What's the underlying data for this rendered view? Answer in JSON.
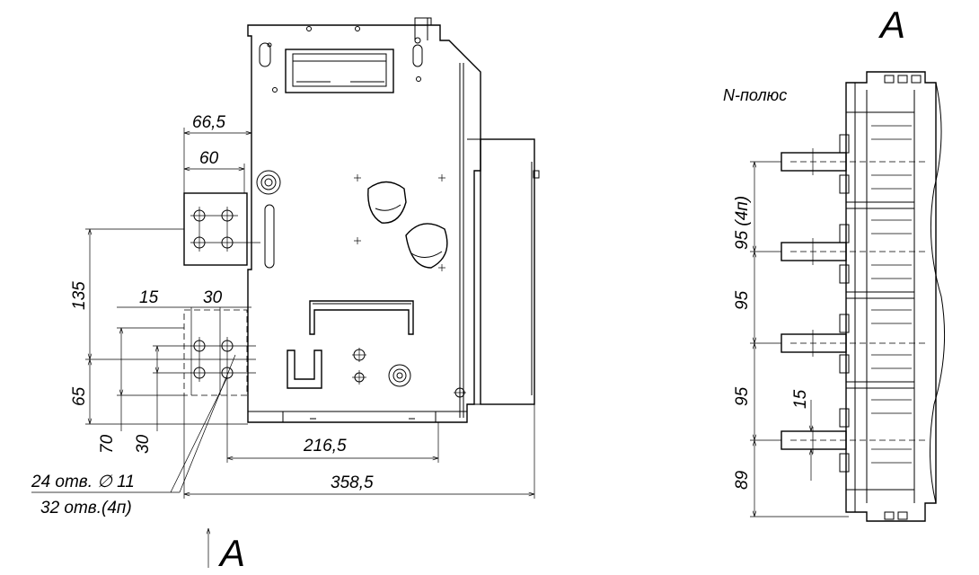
{
  "drawing": {
    "view_label_top": "A",
    "view_label_bottom": "A",
    "pole_label": "N-полюс",
    "holes_note_1": "24 отв. ∅ 11",
    "holes_note_2": "32 отв.(4п)"
  },
  "front_view_dims": {
    "d_66_5": "66,5",
    "d_60": "60",
    "d_135": "135",
    "d_15": "15",
    "d_30_h": "30",
    "d_65": "65",
    "d_70": "70",
    "d_30_v": "30",
    "d_216_5": "216,5",
    "d_358_5": "358,5"
  },
  "side_view_dims": {
    "d_95_4p": "95 (4п)",
    "d_95_a": "95",
    "d_95_b": "95",
    "d_15": "15",
    "d_89": "89"
  }
}
